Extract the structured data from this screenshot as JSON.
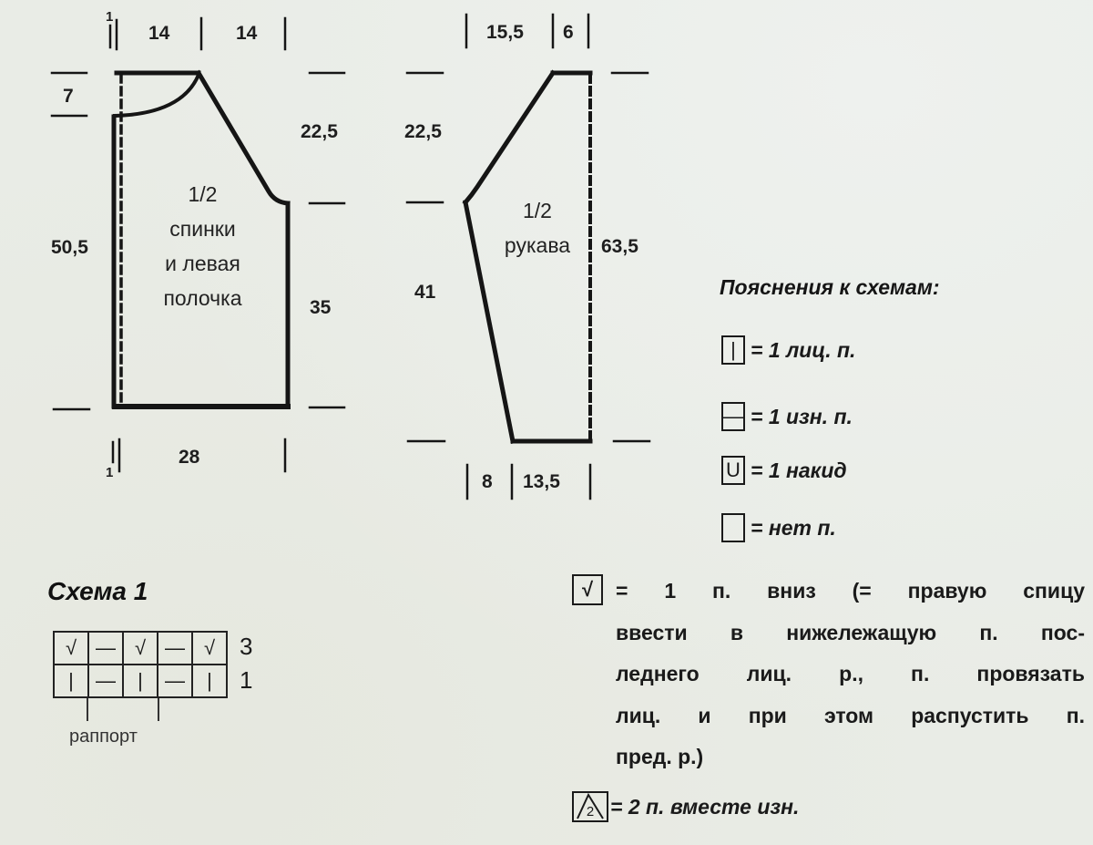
{
  "back_piece": {
    "title_lines": [
      "1/2",
      "спинки",
      "и левая",
      "полочка"
    ],
    "dims": {
      "top_left_small": "1",
      "top_left_width": "14",
      "top_right_width": "14",
      "neck_depth": "7",
      "armhole_height": "22,5",
      "total_height": "50,5",
      "side_height": "35",
      "bottom_width": "28",
      "bottom_left_small": "1"
    }
  },
  "sleeve_piece": {
    "title_lines": [
      "1/2",
      "рукава"
    ],
    "dims": {
      "top_slope_width": "15,5",
      "top_flat_width": "6",
      "cap_height": "22,5",
      "total_height": "63,5",
      "lower_height": "41",
      "bottom_left_width": "8",
      "bottom_right_width": "13,5"
    }
  },
  "legend": {
    "title": "Пояснения к схемам:",
    "items": [
      {
        "symbol": "|",
        "icon": "knit-stitch-icon",
        "text": "= 1 лиц. п."
      },
      {
        "symbol": "—",
        "icon": "purl-stitch-icon",
        "text": "= 1 изн. п."
      },
      {
        "symbol": "U",
        "icon": "yarn-over-icon",
        "text": "= 1 накид"
      },
      {
        "symbol": "",
        "icon": "no-stitch-icon",
        "text": "= нет п."
      }
    ],
    "check_item": {
      "symbol": "√",
      "icon": "stitch-down-icon",
      "lines": [
        "= 1 п. вниз (= правую спицу",
        "ввести в нижележащую п. пос-",
        "леднего лиц. р., п. провязать",
        "лиц. и при этом распустить п.",
        "пред. р.)"
      ]
    },
    "purl2tog_item": {
      "symbol": "2",
      "icon": "purl-two-together-icon",
      "text": "= 2 п. вместе изн."
    }
  },
  "scheme1": {
    "title": "Схема 1",
    "rows": [
      {
        "number": "3",
        "cells": [
          "√",
          "—",
          "√",
          "—",
          "√"
        ]
      },
      {
        "number": "1",
        "cells": [
          "|",
          "—",
          "|",
          "—",
          "|"
        ]
      }
    ],
    "rapport_label": "раппорт"
  }
}
